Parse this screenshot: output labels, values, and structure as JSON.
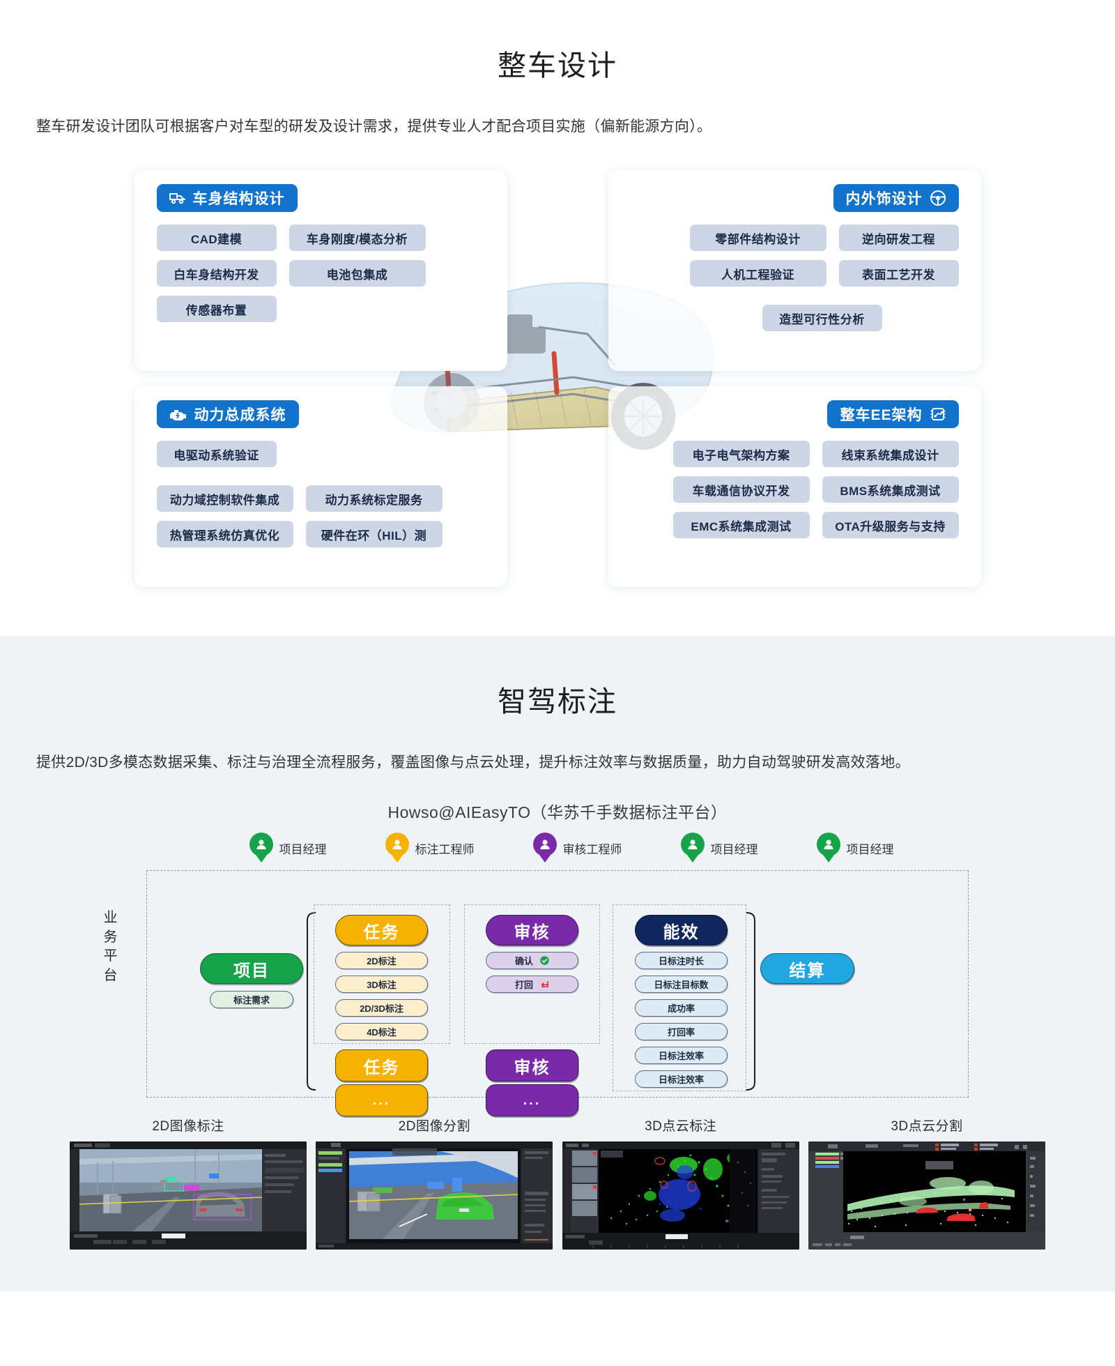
{
  "vehicle": {
    "title": "整车设计",
    "desc": "整车研发设计团队可根据客户对车型的研发及设计需求，提供专业人才配合项目实施（偏新能源方向）。",
    "cards": [
      {
        "id": "body-structure",
        "title": "车身结构设计",
        "icon": "truck-icon",
        "align": "left",
        "tags": [
          "CAD建模",
          "车身刚度/模态分析",
          "白车身结构开发",
          "电池包集成",
          "传感器布置"
        ]
      },
      {
        "id": "interior-exterior",
        "title": "内外饰设计",
        "icon": "steering-wheel-icon",
        "align": "right",
        "tags": [
          "零部件结构设计",
          "逆向研发工程",
          "人机工程验证",
          "表面工艺开发",
          "造型可行性分析"
        ]
      },
      {
        "id": "powertrain",
        "title": "动力总成系统",
        "icon": "engine-icon",
        "align": "left",
        "tags": [
          "电驱动系统验证",
          "动力域控制软件集成",
          "动力系统标定服务",
          "热管理系统仿真优化",
          "硬件在环（HIL）测"
        ]
      },
      {
        "id": "ee-architecture",
        "title": "整车EE架构",
        "icon": "chip-icon",
        "align": "right",
        "tags": [
          "电子电气架构方案",
          "线束系统集成设计",
          "车载通信协议开发",
          "BMS系统集成测试",
          "EMC系统集成测试",
          "OTA升级服务与支持"
        ]
      }
    ],
    "accent": "#1273cd",
    "tag_bg": "#ccd6e4"
  },
  "annotation": {
    "title": "智驾标注",
    "desc": "提供2D/3D多模态数据采集、标注与治理全流程服务，覆盖图像与点云处理，提升标注效率与数据质量，助力自动驾驶研发高效落地。",
    "platform_title": "Howso@AIEasyTO（华苏千手数据标注平台）",
    "roles": [
      {
        "label": "项目经理",
        "color": "#16a34a"
      },
      {
        "label": "标注工程师",
        "color": "#f5b200"
      },
      {
        "label": "审核工程师",
        "color": "#7a2aa8"
      },
      {
        "label": "项目经理",
        "color": "#16a34a"
      },
      {
        "label": "项目经理",
        "color": "#16a34a"
      }
    ],
    "vertical_label": "业务平台",
    "project": {
      "title": "项目",
      "color": "#16a34a",
      "sub": [
        "标注需求"
      ]
    },
    "task": {
      "title": "任务",
      "color": "#f5b200",
      "sub": [
        "2D标注",
        "3D标注",
        "2D/3D标注",
        "4D标注"
      ],
      "repeat_title": "任务",
      "ellipsis": "..."
    },
    "audit": {
      "title": "审核",
      "color": "#7a2aa8",
      "sub": [
        "确认",
        "打回"
      ],
      "sub_icons": [
        "check-circle-icon",
        "return-arrow-icon"
      ],
      "repeat_title": "审核",
      "ellipsis": "..."
    },
    "efficiency": {
      "title": "能效",
      "color": "#10275e",
      "sub": [
        "日标注时长",
        "日标注目标数",
        "成功率",
        "打回率",
        "日标注效率",
        "日标注效率"
      ]
    },
    "settlement": {
      "title": "结算",
      "color": "#21a7e0"
    },
    "thumbnails": [
      {
        "label": "2D图像标注"
      },
      {
        "label": "2D图像分割"
      },
      {
        "label": "3D点云标注"
      },
      {
        "label": "3D点云分割"
      }
    ]
  }
}
